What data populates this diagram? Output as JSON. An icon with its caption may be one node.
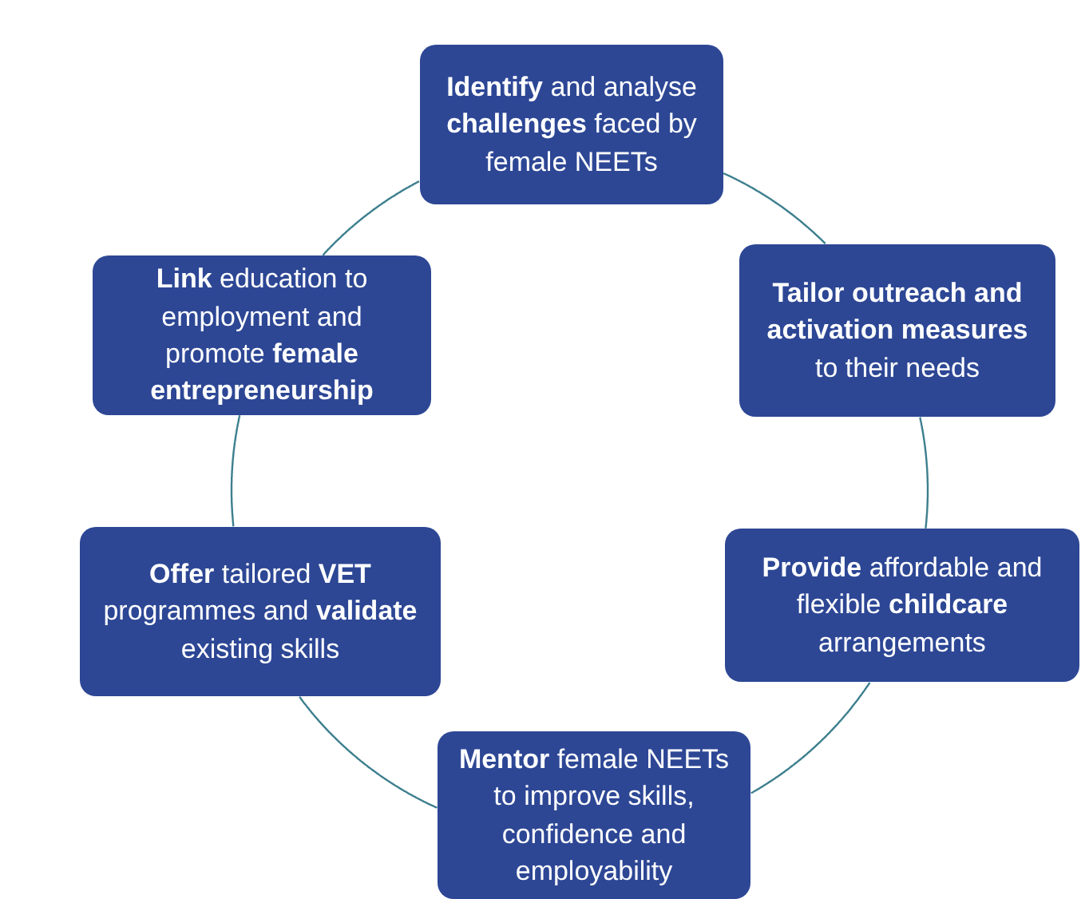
{
  "diagram": {
    "nodes": [
      {
        "text": [
          "**Identify** and analyse **challenges** faced by female NEETs"
        ]
      },
      {
        "text": [
          "**Tailor outreach and activation measures** to their needs"
        ]
      },
      {
        "text": [
          "**Provide** affordable and flexible **childcare** arrangements"
        ]
      },
      {
        "text": [
          "**Mentor** female NEETs to improve skills, confidence and employability"
        ]
      },
      {
        "text": [
          "**Offer** tailored **VET** programmes and **validate** existing skills"
        ]
      },
      {
        "text": [
          "**Link** education to employment and promote **female entrepreneurship**"
        ]
      }
    ],
    "edges": [
      {
        "from": 0,
        "to": 1,
        "arrow": "none"
      },
      {
        "from": 1,
        "to": 2,
        "arrow": "none"
      },
      {
        "from": 2,
        "to": 3,
        "arrow": "none"
      },
      {
        "from": 3,
        "to": 4,
        "arrow": "none"
      },
      {
        "from": 4,
        "to": 5,
        "arrow": "none"
      },
      {
        "from": 5,
        "to": 0,
        "arrow": "none"
      }
    ]
  }
}
